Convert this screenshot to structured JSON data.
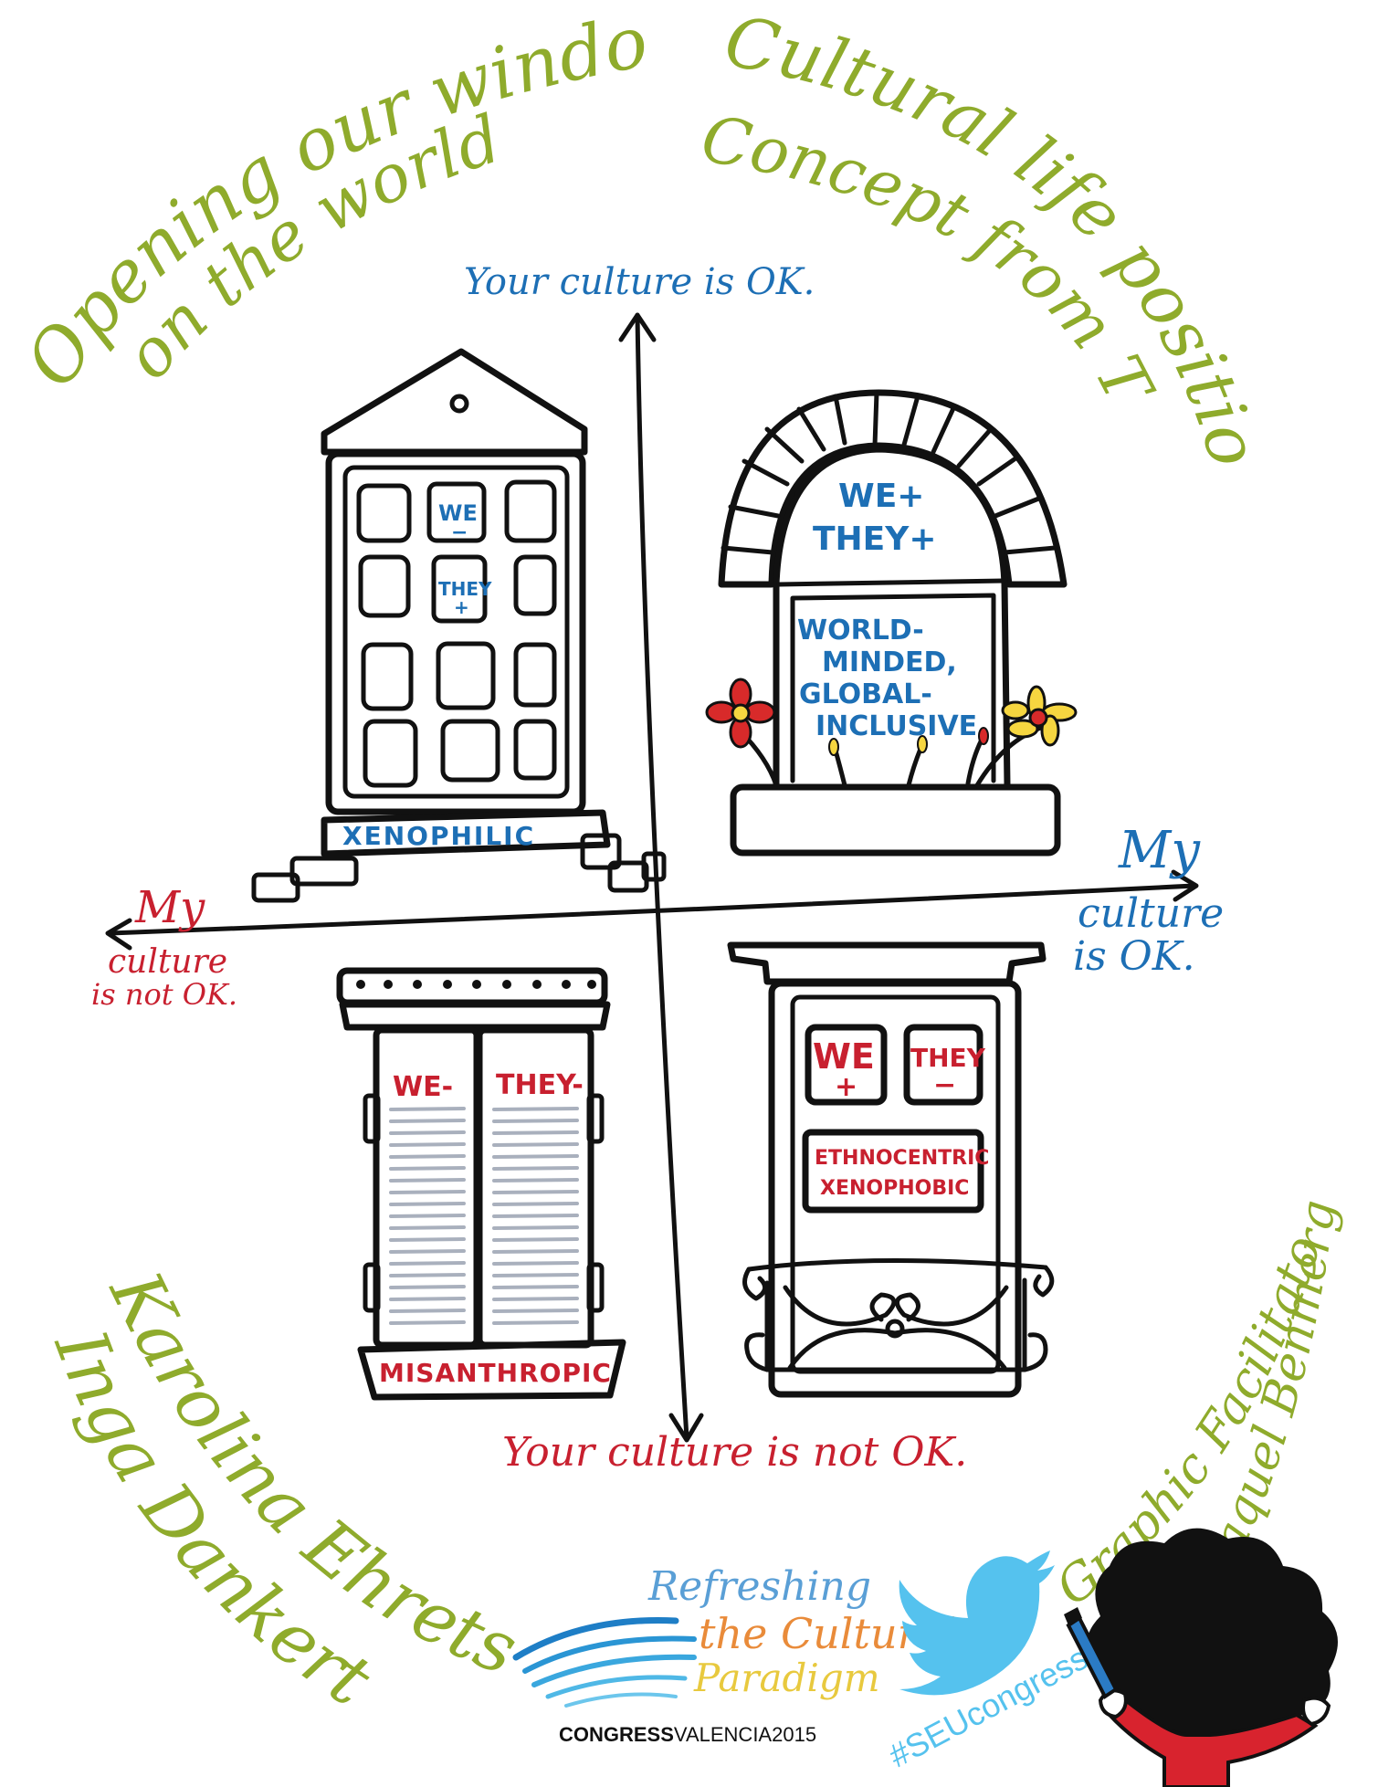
{
  "titles": {
    "left_line1": "Opening our windows",
    "left_line2": "on the world",
    "right_line1": "Cultural life positions",
    "right_line2": "Concept from T.A."
  },
  "axes": {
    "top": "Your culture is OK.",
    "bottom": "Your culture is not OK.",
    "right_line1": "My",
    "right_line2": "culture",
    "right_line3": "is OK.",
    "left_line1": "My",
    "left_line2": "culture",
    "left_line3": "is not OK."
  },
  "quadrants": {
    "top_left": {
      "we": "WE",
      "we_sign": "−",
      "they": "THEY",
      "they_sign": "+",
      "label": "XENOPHILIC"
    },
    "top_right": {
      "we": "WE+",
      "they": "THEY+",
      "desc": [
        "WORLD-",
        "MINDED,",
        "GLOBAL-",
        "INCLUSIVE"
      ]
    },
    "bottom_left": {
      "we": "WE-",
      "they": "THEY-",
      "label": "MISANTHROPIC"
    },
    "bottom_right": {
      "we": "WE",
      "we_sign": "+",
      "they": "THEY",
      "they_sign": "−",
      "label_line1": "ETHNOCENTRIC",
      "label_line2": "XENOPHOBIC"
    }
  },
  "authors": {
    "line1": "Karolina Ehretsman",
    "line2": "Inga Dankert"
  },
  "facilitator": {
    "line1": "Graphic Facilitator:",
    "line2": "Raquel Benmergui"
  },
  "event": {
    "slogan_line1": "Refreshing",
    "slogan_line2": "the Cultural",
    "slogan_line3": "Paradigm",
    "name_bold": "CONGRESS",
    "name_rest": "VALENCIA2015",
    "hashtag": "#SEUcongress"
  },
  "colors": {
    "green": "#8fab2c",
    "blue": "#1d6fb5",
    "red": "#c8202f",
    "ink": "#111111",
    "twitter": "#55c2ee",
    "flower_red": "#d82a2a",
    "flower_yellow": "#f6d640"
  }
}
